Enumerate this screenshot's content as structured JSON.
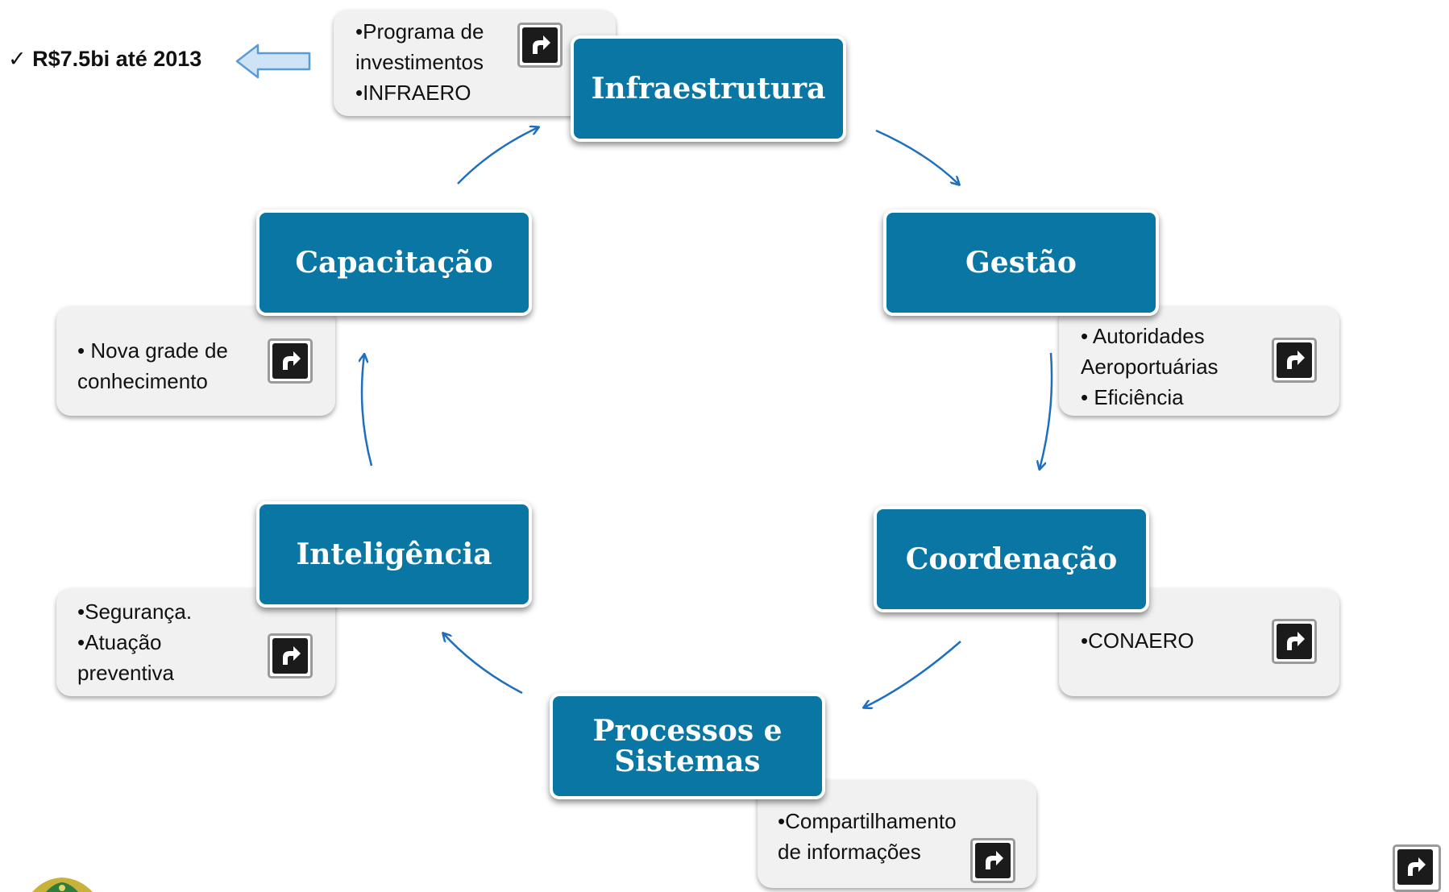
{
  "callout": {
    "check": "✓",
    "text": "R$7.5bi até 2013"
  },
  "nodes": {
    "infraestrutura": "Infraestrutura",
    "gestao": "Gestão",
    "coordenacao": "Coordenação",
    "processos": "Processos e\nSistemas",
    "inteligencia": "Inteligência",
    "capacitacao": "Capacitação"
  },
  "notes": {
    "infraestrutura": "•Programa de\ninvestimentos\n•INFRAERO",
    "gestao": "• Autoridades\nAeroportuárias\n• Eficiência",
    "coordenacao": "•CONAERO",
    "processos": "•Compartilhamento\nde informações",
    "inteligencia": "•Segurança.\n•Atuação\npreventiva",
    "capacitacao": "• Nova grade de\nconhecimento"
  },
  "icons": {
    "link": "link-arrow-icon",
    "callout_arrow": "left-arrow-icon",
    "cycle_arrows": "curved-arrow-icon",
    "logo": "coat-of-arms-logo"
  },
  "colors": {
    "node_fill": "#0a76a4",
    "node_text": "#ffffff",
    "note_fill": "#f1f1f1",
    "arrow": "#1f6fbf",
    "callout_arrow_fill": "#cfe3f7",
    "callout_arrow_stroke": "#5b9bd5"
  }
}
